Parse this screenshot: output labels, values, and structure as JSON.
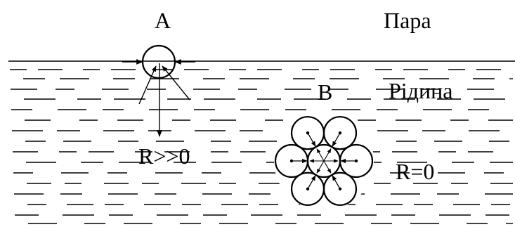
{
  "labels": {
    "point_a": "A",
    "point_b": "B",
    "vapor": "Пара",
    "liquid": "Рідина",
    "resultant_a": "R>>0",
    "resultant_b": "R=0"
  },
  "colors": {
    "ink": "#000000",
    "background": "#ffffff"
  }
}
